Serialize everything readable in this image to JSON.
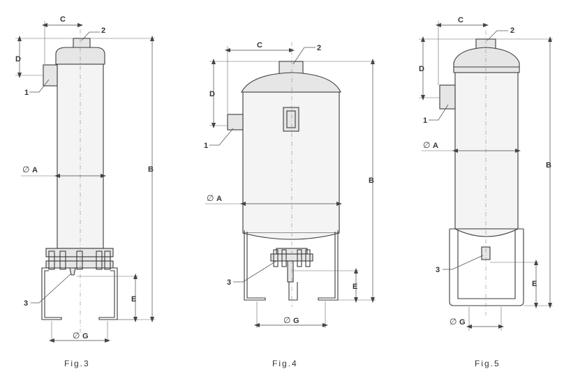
{
  "figures": [
    {
      "caption": "Fig.3",
      "labels": {
        "inlet": "1",
        "outlet": "2",
        "drain": "3"
      },
      "dims": {
        "diameter": "A",
        "height": "B",
        "offset": "C",
        "inlet_depth": "D",
        "drain_height": "E",
        "base": "G"
      },
      "diameter_symbol": "∅"
    },
    {
      "caption": "Fig.4",
      "labels": {
        "inlet": "1",
        "outlet": "2",
        "drain": "3"
      },
      "dims": {
        "diameter": "A",
        "height": "B",
        "offset": "C",
        "inlet_depth": "D",
        "drain_height": "E",
        "base": "G"
      },
      "diameter_symbol": "∅"
    },
    {
      "caption": "Fig.5",
      "labels": {
        "inlet": "1",
        "outlet": "2",
        "drain": "3"
      },
      "dims": {
        "diameter": "A",
        "height": "B",
        "offset": "C",
        "inlet_depth": "D",
        "drain_height": "E",
        "base": "G"
      },
      "diameter_symbol": "∅"
    }
  ]
}
